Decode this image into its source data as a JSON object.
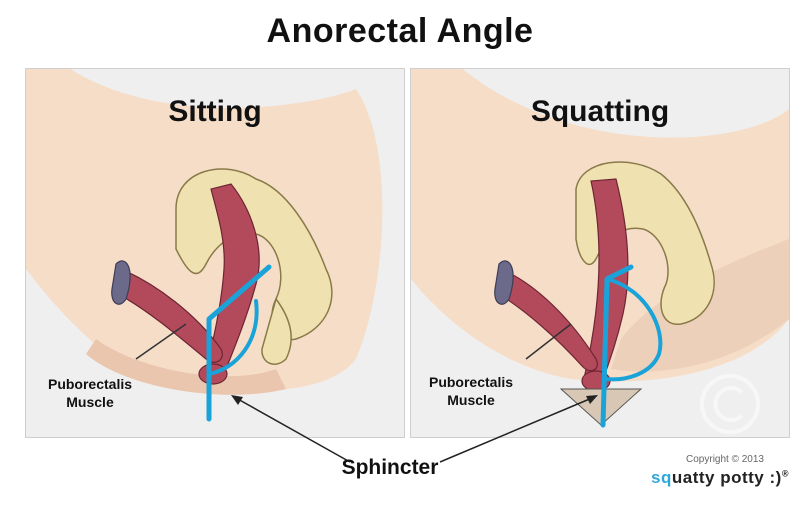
{
  "title": "Anorectal Angle",
  "panels": {
    "sitting": {
      "label": "Sitting",
      "muscle_line1": "Puborectalis",
      "muscle_line2": "Muscle"
    },
    "squatting": {
      "label": "Squatting",
      "muscle_line1": "Puborectalis",
      "muscle_line2": "Muscle"
    }
  },
  "annotation": {
    "sphincter": "Sphincter"
  },
  "footer": {
    "copyright": "Copyright © 2013",
    "brand_q": "sq",
    "brand_rest": "uatty potty :)",
    "brand_mark": "®"
  },
  "colors": {
    "angle_line": "#1aa3d9",
    "bone": "#efe2b0",
    "muscle": "#b24a5c",
    "skin": "#f6ddc8"
  }
}
